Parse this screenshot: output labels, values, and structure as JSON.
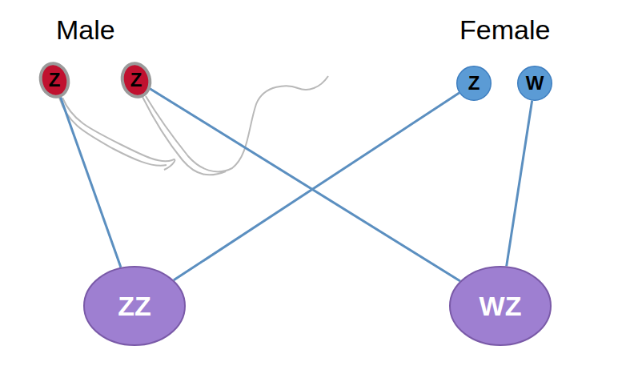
{
  "diagram": {
    "nodes": [
      {
        "text": [
          "Z"
        ]
      },
      {
        "text": [
          "Z"
        ]
      },
      {
        "text": [
          "Z"
        ]
      },
      {
        "text": [
          "W"
        ]
      },
      {
        "text": [
          "ZZ"
        ]
      },
      {
        "text": [
          "WZ"
        ]
      }
    ],
    "edges": [
      {
        "from": 0,
        "to": 4,
        "arrow": "none"
      },
      {
        "from": 2,
        "to": 4,
        "arrow": "none"
      },
      {
        "from": 1,
        "to": 5,
        "arrow": "none"
      },
      {
        "from": 3,
        "to": 5,
        "arrow": "none"
      }
    ],
    "labels": [
      "Male",
      "Female"
    ]
  }
}
